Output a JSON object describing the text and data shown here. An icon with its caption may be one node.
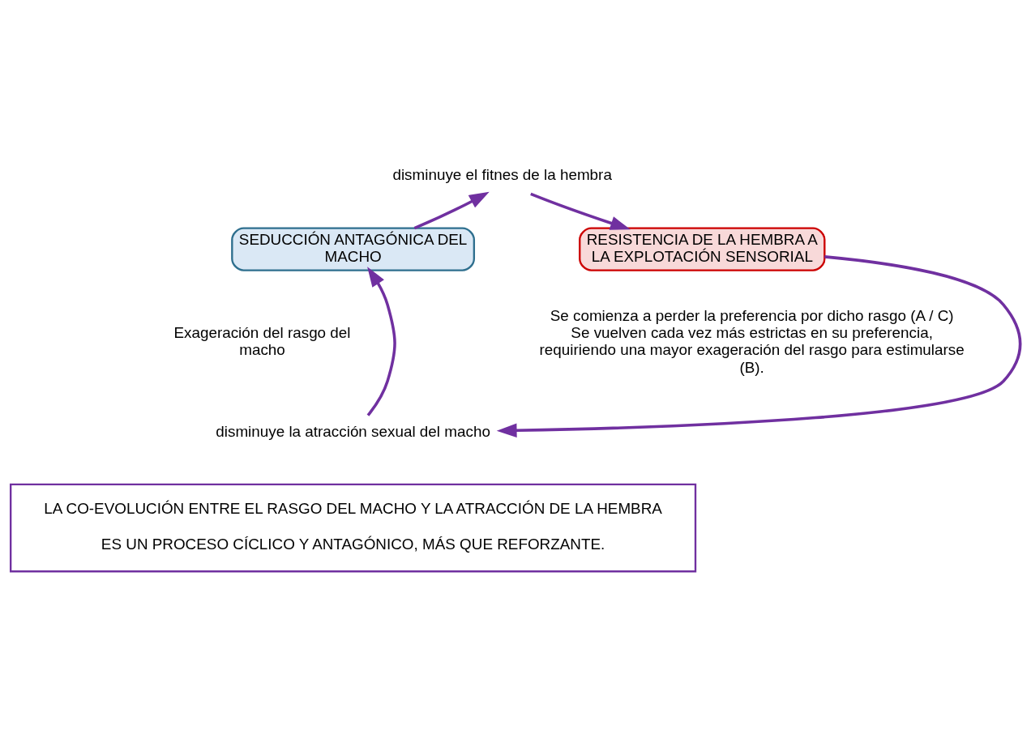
{
  "diagram": {
    "nodes": [
      {
        "text": [
          "SEDUCCIÓN ANTAGÓNICA DEL MACHO"
        ],
        "beside": [
          "Exageración del rasgo del macho"
        ]
      },
      {
        "text": [
          "disminuye el fitnes de la hembra"
        ]
      },
      {
        "text": [
          "RESISTENCIA DE LA HEMBRA A LA EXPLOTACIÓN SENSORIAL"
        ],
        "beside": [
          "Se comienza a perder la preferencia por dicho rasgo (A / C)",
          "Se vuelven cada vez más estrictas en su preferencia, requiriendo una mayor exageración del rasgo para estimularse (B)."
        ]
      },
      {
        "text": [
          "disminuye la atracción sexual del macho"
        ]
      },
      {
        "text": [
          "LA CO-EVOLUCIÓN ENTRE EL RASGO DEL MACHO Y LA ATRACCIÓN DE LA HEMBRA",
          "ES UN PROCESO CÍCLICO Y ANTAGÓNICO, MÁS QUE REFORZANTE."
        ]
      }
    ],
    "edges": [
      {
        "from": 0,
        "to": 1,
        "arrow": "to"
      },
      {
        "from": 1,
        "to": 2,
        "arrow": "to"
      },
      {
        "from": 2,
        "to": 3,
        "arrow": "to"
      },
      {
        "from": 3,
        "to": 0,
        "arrow": "to"
      }
    ]
  }
}
